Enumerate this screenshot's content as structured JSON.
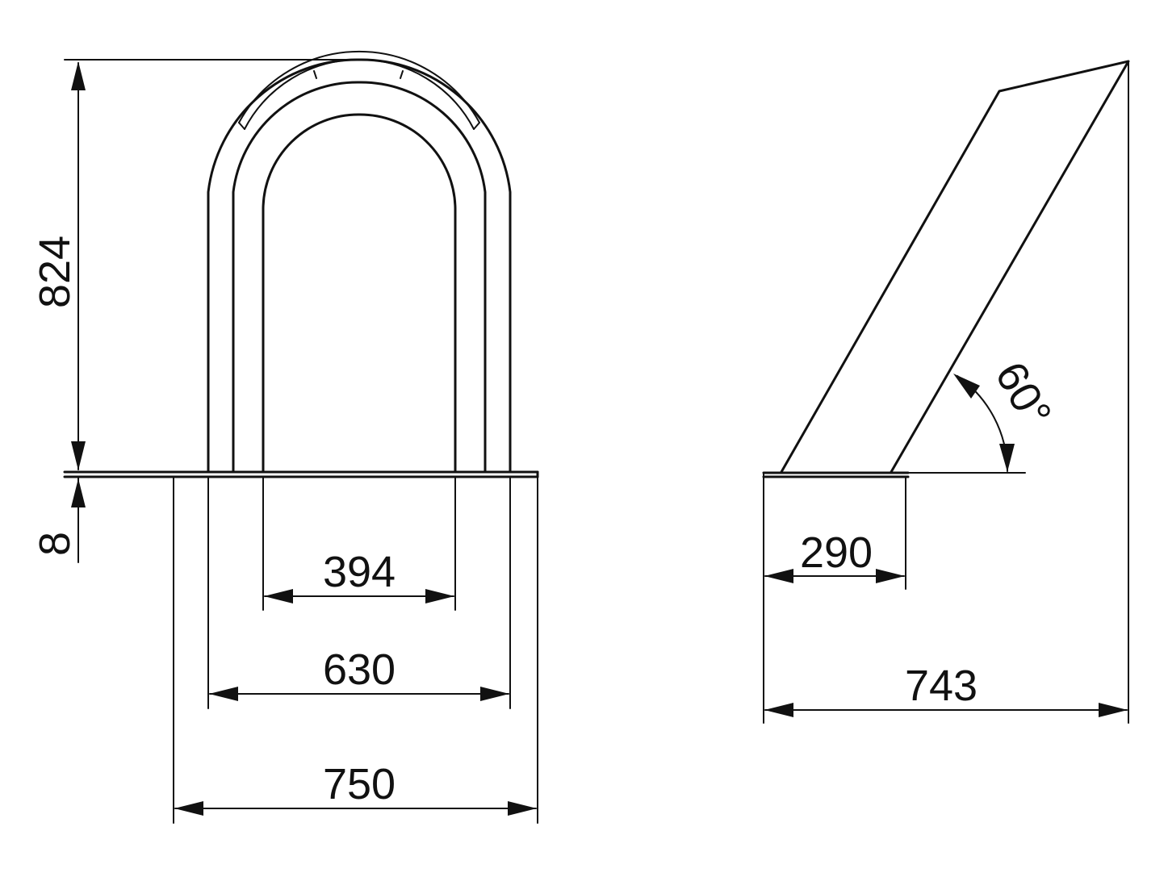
{
  "front_view": {
    "height_label": "824",
    "base_thickness_label": "8",
    "inner_width_label": "394",
    "tube_width_label": "630",
    "base_width_label": "750"
  },
  "side_view": {
    "base_depth_label": "290",
    "total_depth_label": "743",
    "angle_label": "60°"
  },
  "colors": {
    "line": "#111111",
    "background": "#ffffff"
  }
}
